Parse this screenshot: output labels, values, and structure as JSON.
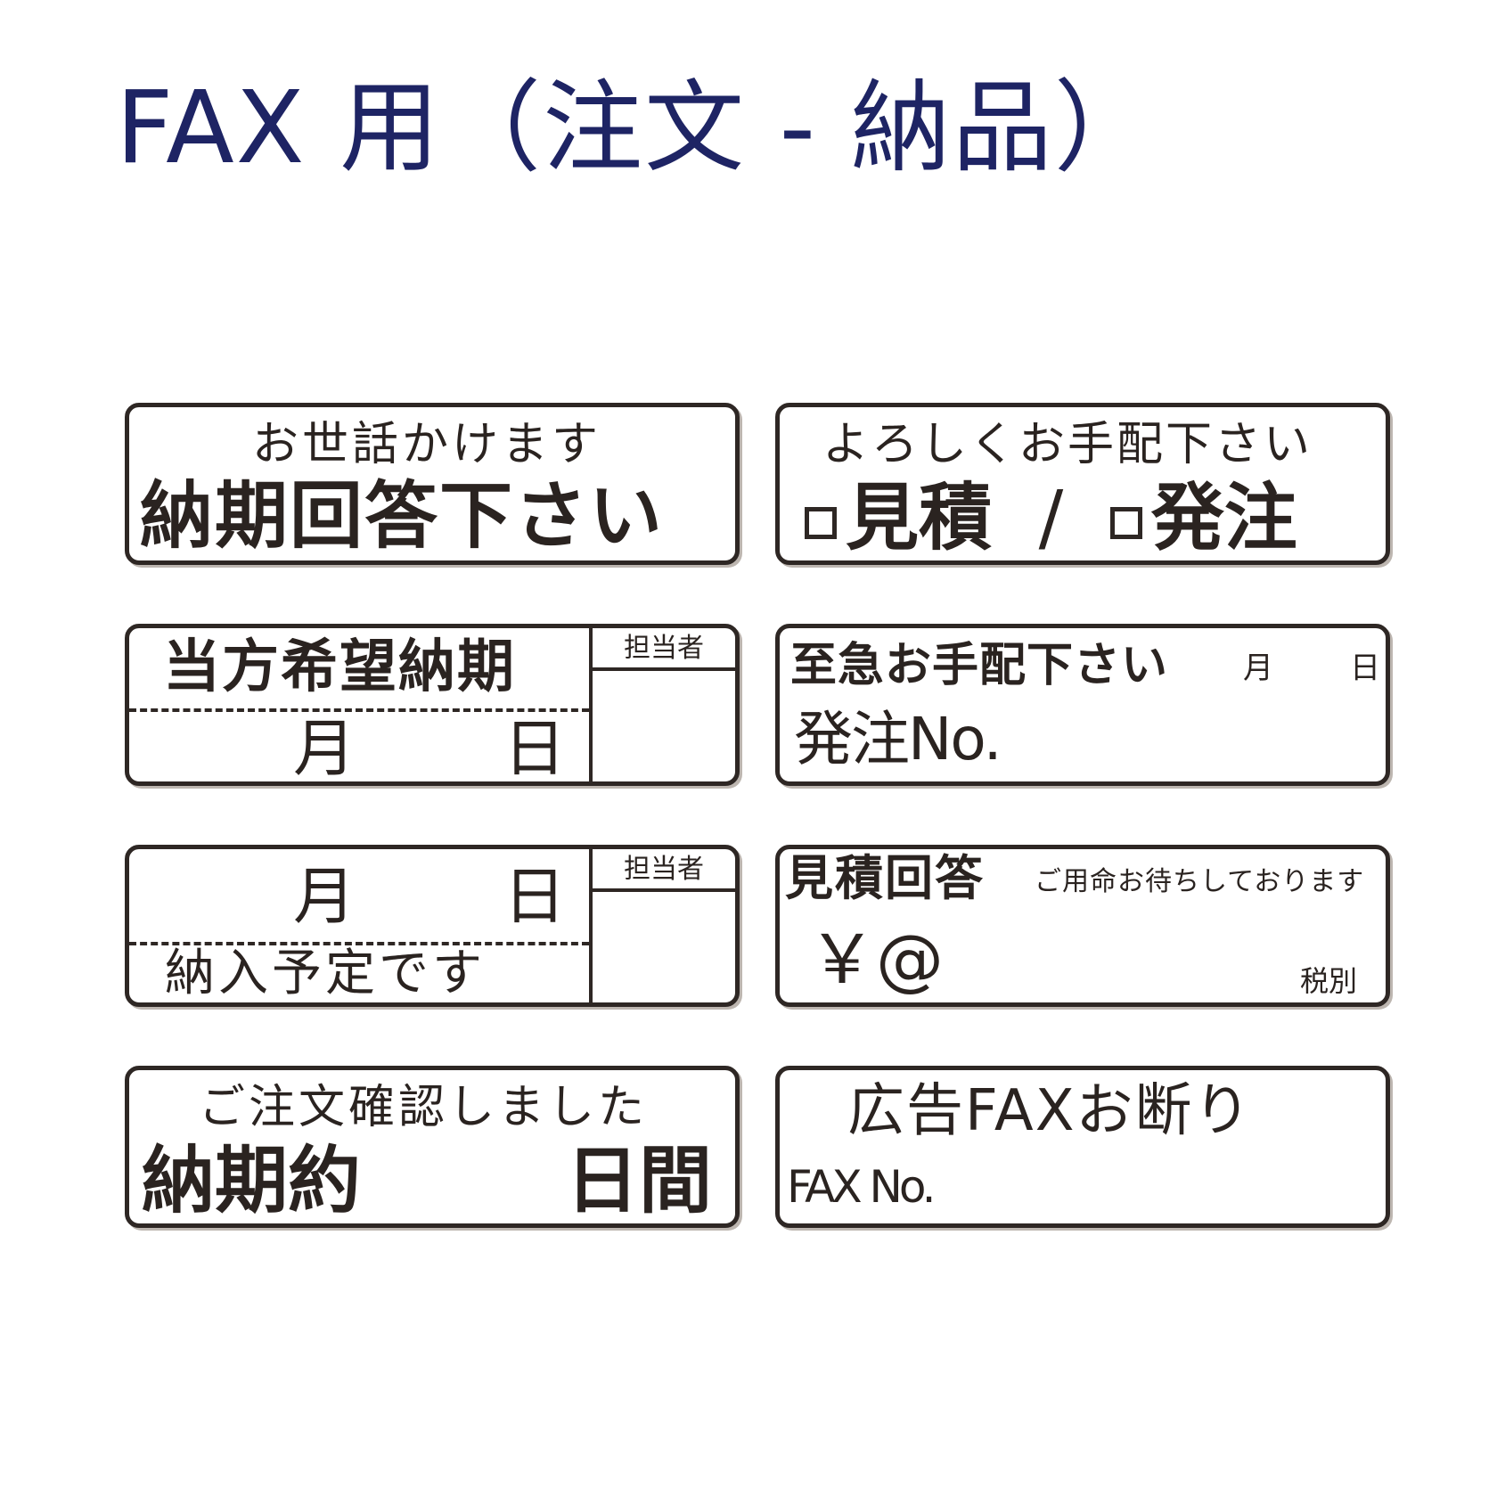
{
  "title": "FAX 用（注文 - 納品）",
  "stamps": {
    "s1": {
      "top": "お世話かけます",
      "main": "納期回答下さい"
    },
    "s2": {
      "top": "よろしくお手配下さい",
      "opt1": "見積",
      "slash": "/",
      "opt2": "発注"
    },
    "s3": {
      "label": "当方希望納期",
      "month": "月",
      "day": "日",
      "tanto": "担当者"
    },
    "s4": {
      "top": "至急お手配下さい",
      "month": "月",
      "day": "日",
      "order": "発注No."
    },
    "s5": {
      "month": "月",
      "day": "日",
      "bottom": "納入予定です",
      "tanto": "担当者"
    },
    "s6": {
      "title": "見積回答",
      "note": "ご用命お待ちしております",
      "price": "￥@",
      "tax": "税別"
    },
    "s7": {
      "top": "ご注文確認しました",
      "left": "納期約",
      "right": "日間"
    },
    "s8": {
      "top": "広告FAXお断り",
      "fax": "FAX No."
    }
  },
  "icons": {
    "checkbox": "checkbox-icon"
  }
}
